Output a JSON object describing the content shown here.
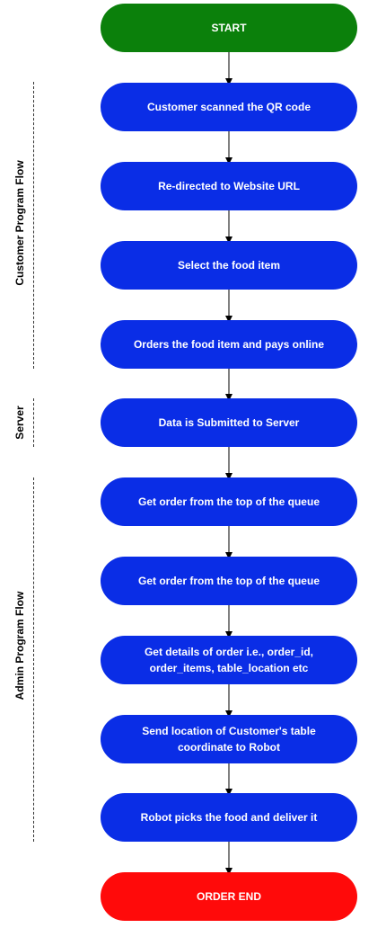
{
  "colors": {
    "start": "#0b800b",
    "step": "#0a2de6",
    "end": "#ff0a0a",
    "arrow": "#000000"
  },
  "nodes": {
    "start": "START",
    "scan_qr": "Customer scanned the QR code",
    "redirect": "Re-directed to Website URL",
    "select_food": "Select the food item",
    "order_pay": "Orders the food item and pays online",
    "submit_server": "Data is Submitted to Server",
    "get_order_1": "Get order from the top of the queue",
    "get_order_2": "Get order from the top of the queue",
    "order_details": "Get details of order i.e., order_id,\norder_items, table_location etc",
    "send_location": "Send location of Customer's table\ncoordinate to Robot",
    "robot_deliver": "Robot picks the food and deliver it",
    "end": "ORDER END"
  },
  "sections": {
    "customer": "Customer Program Flow",
    "server": "Server",
    "admin": "Admin Program Flow"
  }
}
